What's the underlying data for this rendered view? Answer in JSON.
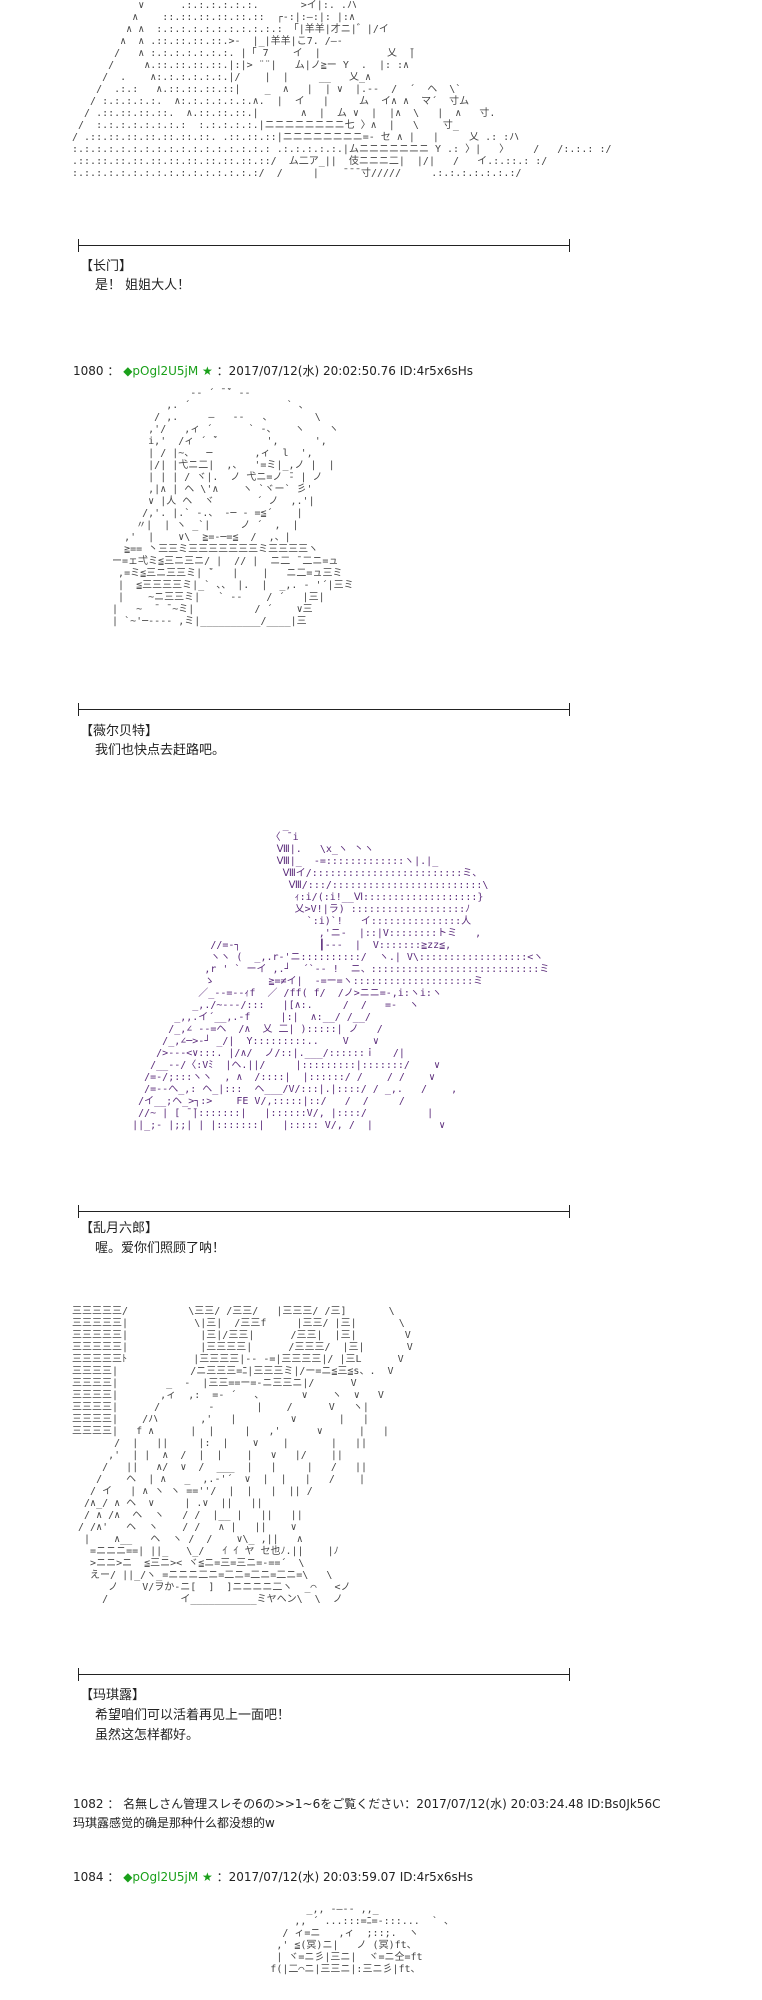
{
  "blocks": [
    {
      "aa": "           ∨      .:.:.:.:.:.:.       >イ|:. .ハ\n          ∧    ::.::.::.::.::.::  ┌-:|:―:|: |:∧\n         ∧ ∧  :.:.:.:.:.:.:.:.:.:.: 「|羊羊|才ニ|゛|/イ\n        ∧  ∧ .::.::.::.::.>-  |_|羊羊|こ7. /―-\n       /   ∧ :.:.:.:.:.:.:. |「 7    イ  |           乂  ̄|\n      /     ∧.::.::.::.::.|:|> ¨¨|   ム|ノ≧ー Y  .  |: :∧\n     /  .    ∧:.:.:.:.:.:.|/    |  |     __   乂_∧\n    /  .:.:   ∧.::.::.::.::|    _  ∧   |  | ∨  |.--  /  ´  ヘ  \\`\n   / :.:.:.:.:.  ∧:.:.:.:.:.:.∧.  |  イ   |     ム  イ∧ ∧  マ´  寸ム\n  / .::.::.::.::.  ∧.::.::.::.|       ∧  |  ム ∨  |  |∧  \\   |  ∧   寸.\n /  :.:.:.:.:.:.:.:  :.:.:.:.:.|ニニニニニニニニ七 〉∧  |   \\    寸_\n/ .::.::.::.::.::.::.::. .::.::.::|ニニニニニニニニ=‐ セ ∧ |   |     乂 .: :ハ\n:.:.:.:.:.:.:.:.:.:.:.:.:.:.:.:.: .:.:.:.:.:.|ムニニニニニニニ Y .: 〉|   〉    /   /:.:.: :/\n.::.::.::.::.::.::.::.::.::.::.::/  ム二ア_||  伎ニニニ二|  |/|   /   イ.:.::.: :/\n:.:.:.:.:.:.:.:.:.:.:.:.:.:.:.:/  /     |    ̄ ̄ ̄ 寸/////     .:.:.:.:.:.:.:/",
      "name": "【长门】",
      "lines": [
        "是！ 姐姐大人！"
      ]
    },
    {
      "header": {
        "number": "1080",
        "trip": "◆pOgl2U5jM",
        "star": "★",
        "datetime": "：2017/07/12(水) 20:02:50.76 ID:4r5x6sHs"
      },
      "aa": "               -‐ ´ ̄ ̄` ‐-\n           ,. ´                ` 、\n         / ,.     ―   ‐-   、       \\\n        ,'/   ,ィ ´      ` ‐、   ヽ    ヽ\n        i,'  /ィ ´ ̄`        ',      ',\n        | / |~、  ─       ,ィ  l  ',\n        |/| |弋ニ二|  ,、  '=ミ|_,ノ |  |\n        | | | / ヾ|.  ノ 弋ニ=ノ ̄‐ | ノ\n        ,|∧ | ヘ \\'∧    ヽ `ヾー` 彡'\n        ∨ |人 ヘ  ヾ       ´ ノ  ,.'|\n       /,'. |.` ‐.、 ‐─ ‐ =≦´    |\n      〃|  | ヽ _`|     ノ ´  ,  |\n    ,'  |    ∨\\  ≧=‐─=≦  /  ,、|\n    ≧== 丶三三ミ三三三三三三三ミ三三三三ヽ\n  ー=ェ弌ミ≦三ニ三ニ/ |  // |  ニ二 ̄ 二ニ=ュ\n   ,=ミ≦三ニ三三ミ| ̄`   |    |   ニ二=ュ三ミ\n   |  ≦三三三三ミ|_` 、、 |.  |  _,. ‐ '´|三ミ\n   |    ~ニ三三ミ|   ` ‐‐    / ´   |三|\n  |   ~  ̄  ̄ ~ミ|          / ´    ∨三\n  | `~'─‐‐‐‐ ,ミ|__________/____|三  ",
      "name": "【薇尔贝特】",
      "lines": [
        "我们也快点去赶路吧。"
      ]
    },
    {
      "aa": "                             _\n                           〈 ̄ i\n                            Ⅷ|.   \\x_ヽ 丶ヽ\n                            Ⅷ|_  ‐=:::::::::::::ヽ|.|_\n                             Ⅷイ/:::::::::::::::::::::::::ミ、\n                              Ⅷ/:::/:::::::::::::::::::::::::\\\n                               ｨ:i/(:i!__Ⅵ:::::::::::::::::::}\n                               乂>V!|ラ) :::::::::::::::::::ﾉ\n                                 `:i)`!   イ:::::::::::::::人\n                                   ,'ニ-  |::|V::::::::トミ   ,\n                 //=‐┐             ┃-‐‐  |  V:::::::≧zz≦,\n                 ヽヽ (  _,.r‐'ニ::::::::::/  ヽ.| V\\::::::::::::::::::<ヽ\n                ,r ' ` ーイ ,.┘  ´`‐- !  ニ、::::::::::::::::::::::::::::ミ\n                ゝ         ≧=≠イ|  ‐=ー=ヽ::::::::::::::::::::ミ\n               ／_-‐=-‐ｨf  ／ /ff( f/  /ノ>ニニ=-,i:ヽi:ヽ\n              _,./~-‐-/:::   |[∧:.     /  /   =-  ヽ\n           _,,.イ´__,.‐f     |:|  ∧:__/ /__/\n          /_,∠ -‐=ヘ  /∧  乂 二| ):::::| ノ   /\n         /_,∠─>‐┘ _/|  Y:::::::::..    V    ∨\n        />-‐‐<∨:::. |/∧/  ノ/::|.___/::::::ｉ   /|\n       /__-‐/〈:Vﾐ  |ヘ.||/     |:::::::::|:::::::/    ∨\n      /=‐/;:::ヽヽ  , ∧  /::::|  |::::::/ /    / /    ∨\n      /=-‐へ_,: ヘ_|:::  ヘ___/V/:::|.|::::/ / _,.   /    ,\n     /イ__;ヘ_>┐:>    FE V/,:::::|::/   /  /     /\n     //~ | [ ̄ ̄|:::::::|   |::::::V/, |::::/          |\n    ||_;‐ |;;| | |:::::::|   |::::: V/, /  |           ∨",
      "purple": true,
      "name": "【乱月六郎】",
      "lines": [
        "喔。爱你们照顾了呐！"
      ]
    },
    {
      "aa": "三三三三三/          \\三三/ /三三/   |三三三/ /三]       \\\n三三三三三|           \\|三|  /三三f     |三三/ |三|       \\\n三三三三三|            |三|/三三|      /三三|  |三|        V\n三三三三三|            |三三三三|      /三三三/  |三|       V\n三三三三三ﾄ           |三三三三|-- ‐=|三三三三|/ |三L      V\n三三三三|            /ニ三三三=ﾆ|三三三ミ|/ー=ニ≦三≦s、.  V\n三三三三|        _  ‐  |三三==ー=‐ニ三三ニ|/      V\n三三三三|       ,ィ  ,:  =- ´   ､       ∨    ヽ  ∨   V\n三三三三|      /        ‐       |    /      V   ヽ|\n三三三三|    /ハ       ,'   |         ∨       |   |\n三三三三|   f ∧      |  |     |   ,'      ∨      |   |\n       /  |   ||     |:  |    ∨    |       |   ||\n      ,'  | |  ∧  /  |  |    |   ∨   |/    ||\n     /   ||   ∧/  ∨  /  ___  |   |     |   /   ||\n    /    ヘ  | ∧   _  ,.-'´  ∨  |  |   |   /    |\n   / イ   | ∧ ヽ ヽ ==''/  |  |   |  || /\n  /∧_/ ∧ ヘ  ∨     | .∨  ||   ||\n  / ∧ /∧  ヘ  ヽ   / /  |__ |   ||   ||\n / /∧'   ヘ  ヽ    / /   ∧ |   ||    ∨\n  |    ∧__   ヘ  ヽ /  /    ∨\\_ ,||   ∧\n   =ニニニ==| ||_   \\_/   ｲ ｲ ヤ セ也ﾉ.||    |ﾉ\n   >ニニ>ニ  ≦三ニ>< ヾ≦ニ=三=三ニ=‐==´  \\\n   えー/ ||_/ヽ_=ニニニ二ニ=二ニ=二ニ=二ニ=\\   \\\n      ノ    V/ヲか-ニ[  ]  ]ニニニニ二ヽ  _⌒   <ノ\n     /            イ___________ミヤヘン\\  \\  ノ",
      "name": "【玛琪露】",
      "lines": [
        "希望咱们可以活着再见上一面吧！",
        "虽然这怎样都好。"
      ]
    }
  ],
  "post_1082": {
    "header": "1082 ： 名無しさん管理スレその6の>>1~6をご覧ください：2017/07/12(水) 20:03:24.48 ID:Bs0Jk56C",
    "body": "玛琪露感觉的确是那种什么都没想的w"
  },
  "post_1084": {
    "header": {
      "number": "1084",
      "trip": "◆pOgl2U5jM",
      "star": "★",
      "datetime": "：2017/07/12(水) 20:03:59.07 ID:4r5x6sHs"
    },
    "aa": "                     _,, -―‐- ,,_\n                   ,, ´ ...:::=ﾆ=‐:::...  ` 、\n                 / ィ=ニ   ,ィ  ;::;.  ヽ\n                ,' ≦(冥)ニ|   ノ (冥)ft、\n                | ヾ=ニ彡|三ニ|  ヾ=ニ仝=ft\n               f(|二⌒ニ|三三ニ|:三ニ彡|ft、"
  }
}
